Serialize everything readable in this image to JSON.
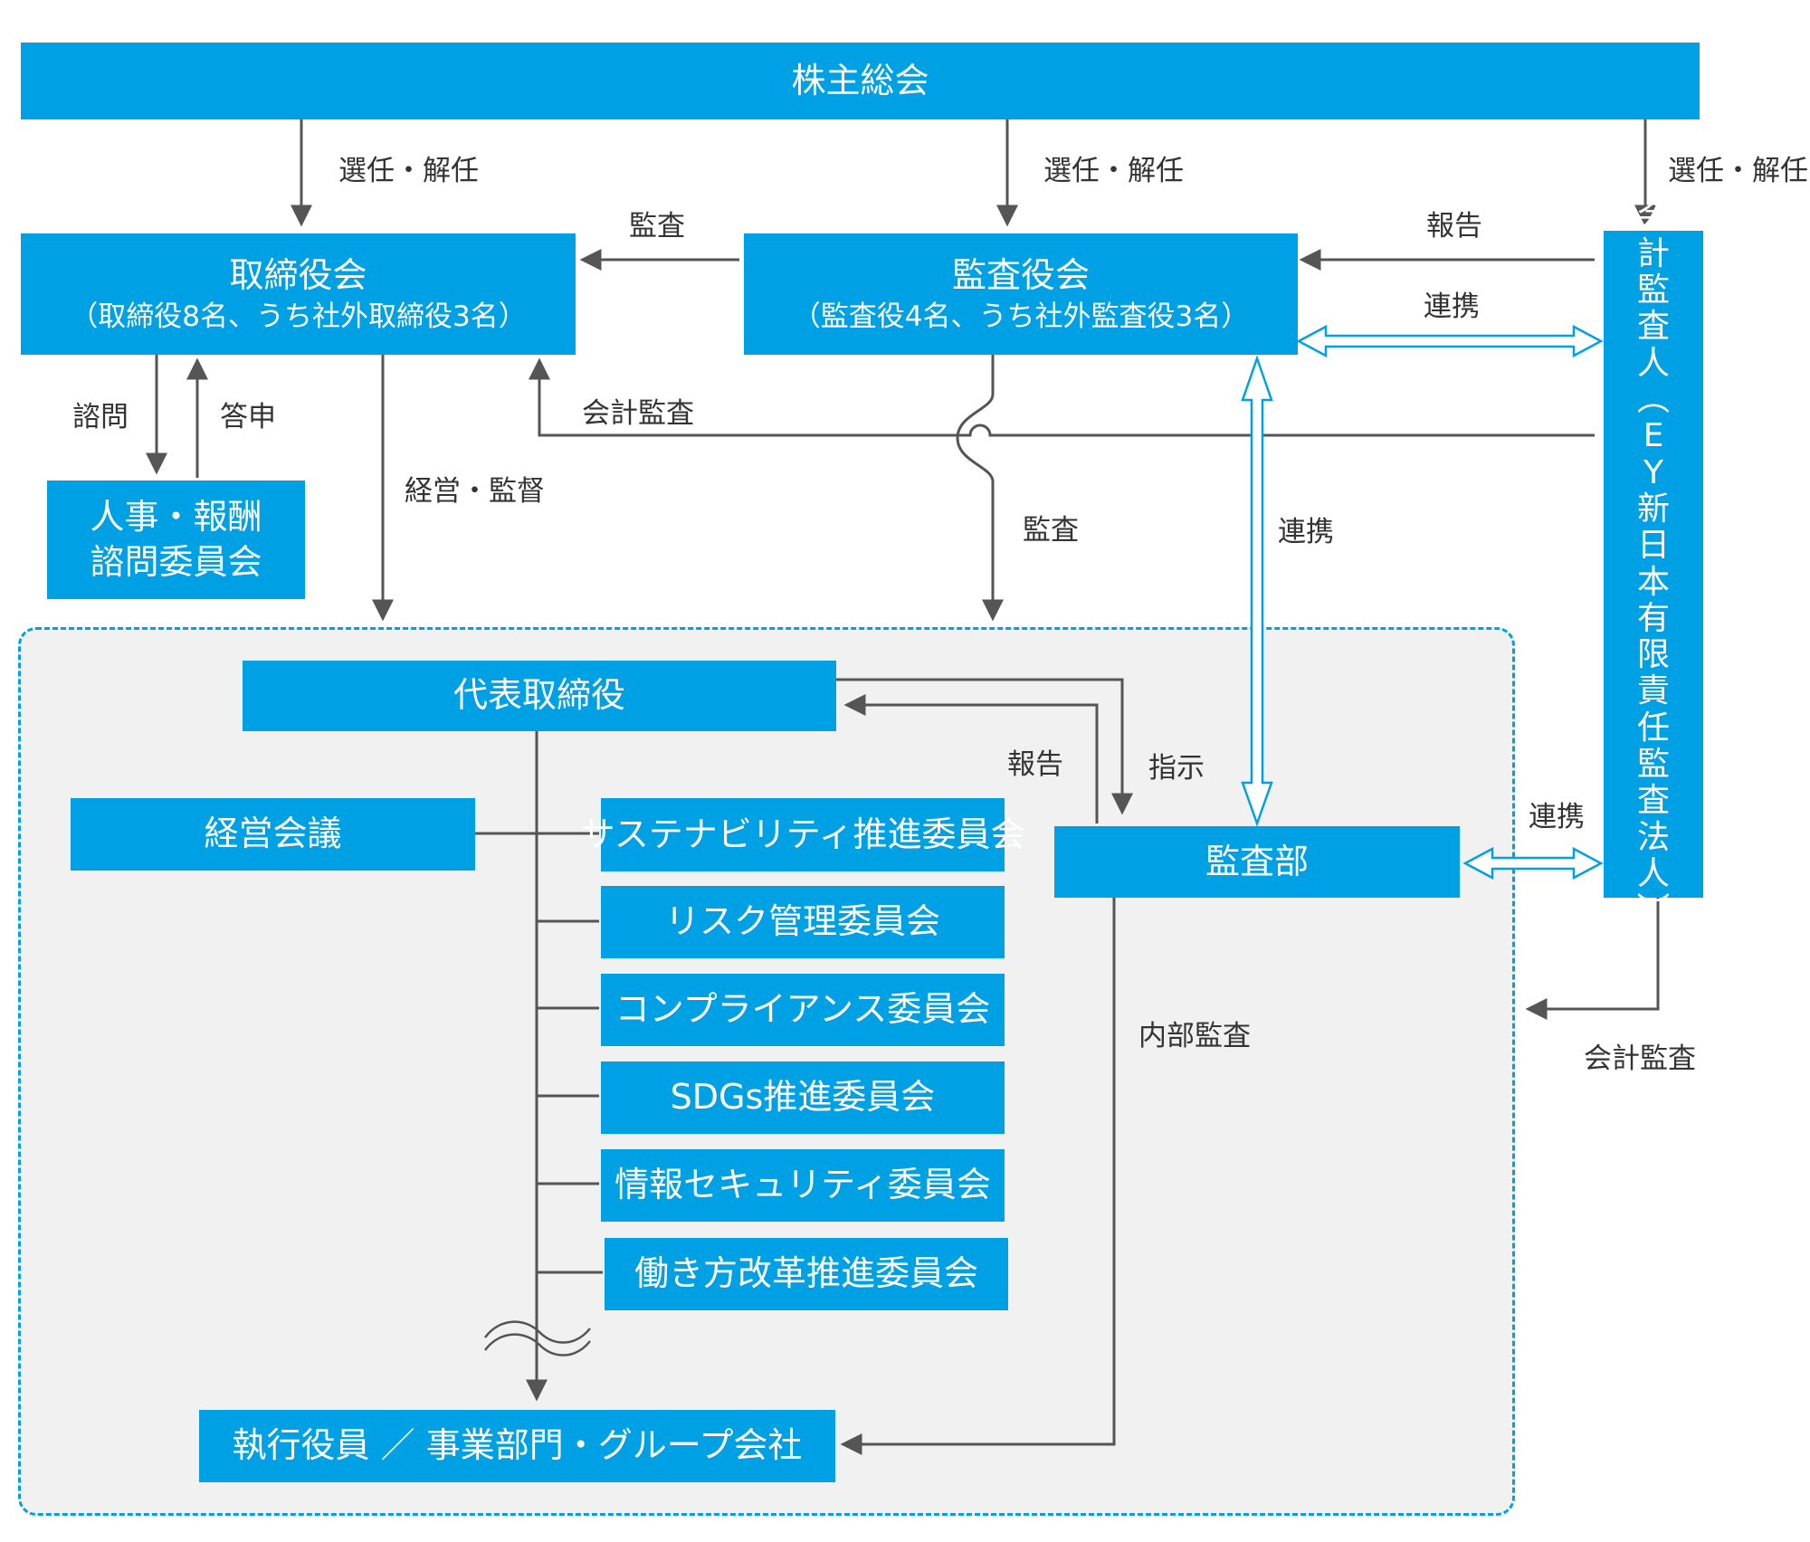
{
  "colors": {
    "box": "#00a0e4",
    "line": "#555555",
    "link": "#00a0e4",
    "region": "#f1f1f1",
    "text": "#333333"
  },
  "boxes": {
    "shareholders": "株主総会",
    "board": {
      "title": "取締役会",
      "sub": "（取締役8名、うち社外取締役3名）"
    },
    "audit_board": {
      "title": "監査役会",
      "sub": "（監査役4名、うち社外監査役3名）"
    },
    "accounting_auditor": "会計監査人（EY新日本有限責任監査法人）",
    "hr_committee": {
      "line1": "人事・報酬",
      "line2": "諮問委員会"
    },
    "representative": "代表取締役",
    "management_meeting": "経営会議",
    "audit_dept": "監査部",
    "committees": [
      "サステナビリティ推進委員会",
      "リスク管理委員会",
      "コンプライアンス委員会",
      "SDGs推進委員会",
      "情報セキュリティ委員会",
      "働き方改革推進委員会"
    ],
    "executives": "執行役員 ／ 事業部門・グループ会社"
  },
  "labels": {
    "appoint_board": "選任・解任",
    "appoint_audit": "選任・解任",
    "appoint_accounting": "選任・解任",
    "audit_to_board": "監査",
    "report_to_audit": "報告",
    "link_auditors": "連携",
    "consult": "諮問",
    "answer": "答申",
    "accounting_audit_board": "会計監査",
    "management_supervision": "経営・監督",
    "audit_down": "監査",
    "link_audit_dept": "連携",
    "report_to_rep": "報告",
    "instruct": "指示",
    "link_accounting_dept": "連携",
    "internal_audit": "内部監査",
    "accounting_audit_exec": "会計監査"
  }
}
